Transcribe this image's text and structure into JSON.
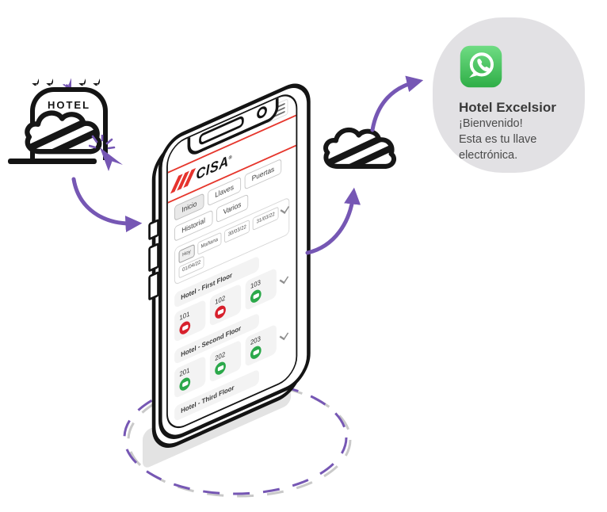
{
  "illustration": {
    "hotel_sign": {
      "label": "HOTEL",
      "stars_total": 5,
      "highlighted_star": 3
    },
    "icons": [
      "star-icon",
      "cisa-cloud-icon",
      "cursor-click-icon",
      "curved-arrow-icon"
    ]
  },
  "phone_app": {
    "brand": "CISA",
    "brand_mark": "®",
    "nav_tabs": [
      {
        "label": "Inicio",
        "active": true
      },
      {
        "label": "Llaves",
        "active": false
      },
      {
        "label": "Puertas",
        "active": false
      },
      {
        "label": "Historial",
        "active": false
      },
      {
        "label": "Varios",
        "active": false
      }
    ],
    "date_filter": {
      "options": [
        "Hoy",
        "Mañana",
        "30/03/22",
        "31/03/22"
      ],
      "selected": "Hoy",
      "selected_date": "01/04/22"
    },
    "floors": [
      {
        "title": "Hotel - First Floor",
        "rooms": [
          {
            "number": "101",
            "status": "red"
          },
          {
            "number": "102",
            "status": "red"
          },
          {
            "number": "103",
            "status": "green"
          }
        ]
      },
      {
        "title": "Hotel - Second Floor",
        "rooms": [
          {
            "number": "201",
            "status": "green"
          },
          {
            "number": "202",
            "status": "green"
          },
          {
            "number": "203",
            "status": "green"
          }
        ]
      },
      {
        "title": "Hotel - Third Floor",
        "rooms": []
      }
    ]
  },
  "whatsapp_message": {
    "app": "WhatsApp",
    "title": "Hotel Excelsior",
    "lines": [
      "¡Bienvenido!",
      "Esta es tu llave",
      "electrónica."
    ]
  },
  "colors": {
    "accent_purple": "#7657b4",
    "brand_red": "#e6332d",
    "status_red": "#d7202c",
    "status_green": "#2ba84a",
    "whatsapp_green_top": "#6fdc83",
    "whatsapp_green_bottom": "#2fae47",
    "bubble_gray": "#e2e1e4"
  }
}
